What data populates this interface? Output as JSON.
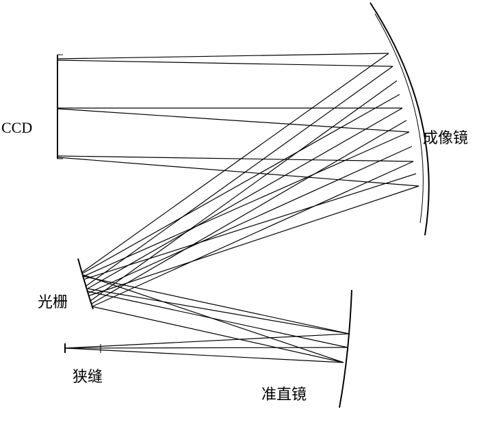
{
  "labels": {
    "ccd": "CCD",
    "imaging_mirror": "成像镜",
    "grating": "光栅",
    "slit": "狭缝",
    "collimator": "准直镜"
  },
  "colors": {
    "ink": "#000000",
    "background": "#ffffff"
  }
}
